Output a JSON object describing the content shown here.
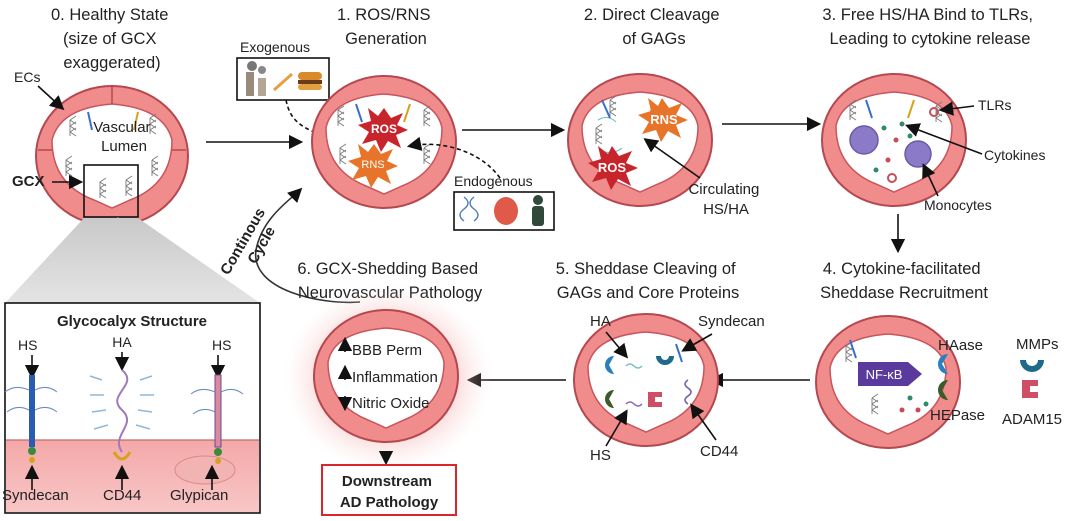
{
  "panels": {
    "p0": {
      "title_lines": [
        "0. Healthy State",
        "(size of GCX",
        "exaggerated)"
      ],
      "ecs": "ECs",
      "lumen_lines": [
        "Vascular",
        "Lumen"
      ],
      "gcx": "GCX"
    },
    "p1": {
      "title_lines": [
        "1.  ROS/RNS",
        "Generation"
      ],
      "exogenous": "Exogenous",
      "endogenous": "Endogenous",
      "ros": "ROS",
      "rns": "RNS"
    },
    "p2": {
      "title_lines": [
        "2. Direct Cleavage",
        "of GAGs"
      ],
      "rns": "RNS",
      "ros": "ROS",
      "circ_lines": [
        "Circulating",
        "HS/HA"
      ]
    },
    "p3": {
      "title_lines": [
        "3. Free HS/HA Bind to TLRs,",
        "Leading to cytokine release"
      ],
      "tlrs": "TLRs",
      "cytokines": "Cytokines",
      "monocytes": "Monocytes"
    },
    "p4": {
      "title_lines": [
        "4. Cytokine-facilitated",
        "Sheddase Recruitment"
      ],
      "nfkb": "NF-κB",
      "haase": "HAase",
      "hepase": "HEPase",
      "mmps": "MMPs",
      "adam": "ADAM15"
    },
    "p5": {
      "title_lines": [
        "5. Sheddase Cleaving of",
        "GAGs and Core Proteins"
      ],
      "ha": "HA",
      "syndecan": "Syndecan",
      "hs": "HS",
      "cd44": "CD44"
    },
    "p6": {
      "title_lines": [
        "6. GCX-Shedding Based",
        "Neurovascular Pathology"
      ],
      "effects": [
        "BBB Perm",
        "Inflammation",
        "Nitric Oxide"
      ],
      "downstream_lines": [
        "Downstream",
        "AD Pathology"
      ]
    },
    "cycle_lines": [
      "Continous",
      "Cycle"
    ],
    "structure": {
      "title": "Glycocalyx Structure",
      "hs_left": "HS",
      "ha": "HA",
      "hs_right": "HS",
      "syndecan": "Syndecan",
      "cd44": "CD44",
      "glypican": "Glypican"
    }
  },
  "colors": {
    "vessel": "#f08c8c",
    "vessel_stroke": "#b5484f",
    "ros_burst": "#e8742a",
    "rns_burst": "#e8742a",
    "burst_dark": "#c8242c",
    "sheddase_blue": "#2a7fbf",
    "sheddase_green": "#3c5a2a",
    "adam_red": "#d04d66",
    "nfkb_purple": "#5b3a9e",
    "downstream_border": "#d9262c",
    "glow": "#f08c8c"
  }
}
